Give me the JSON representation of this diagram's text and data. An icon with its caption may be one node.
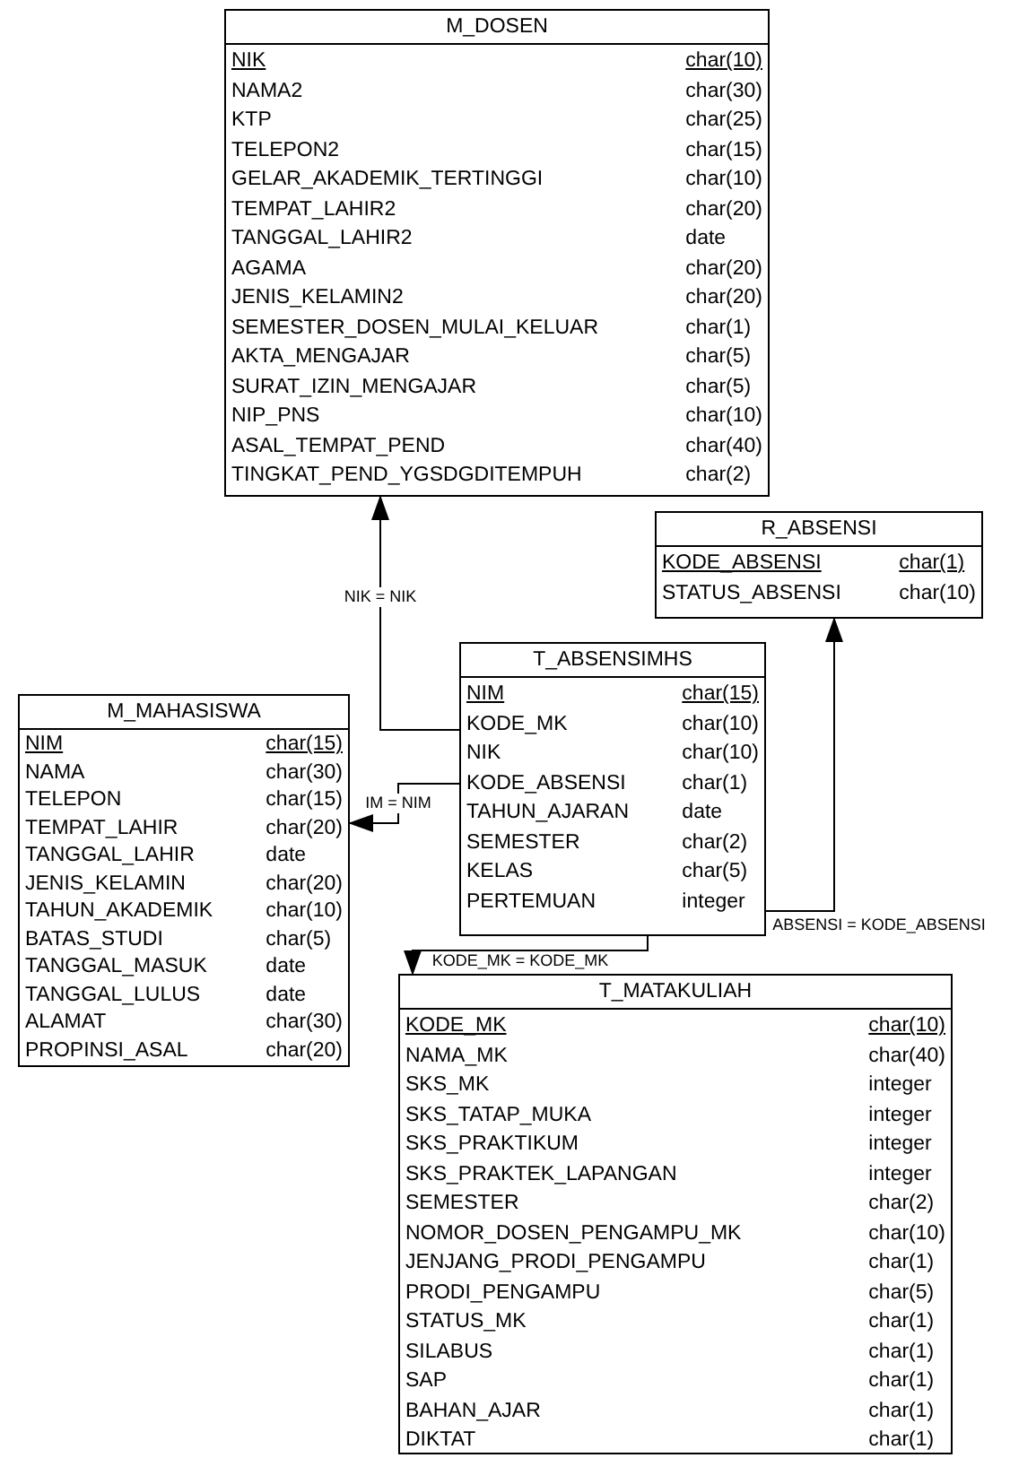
{
  "diagram": {
    "nodes": [
      {
        "text": [
          "M_DOSEN",
          "NIK",
          "char(10)",
          "NAMA2",
          "char(30)",
          "KTP",
          "char(25)",
          "TELEPON2",
          "char(15)",
          "GELAR_AKADEMIK_TERTINGGI",
          "char(10)",
          "TEMPAT_LAHIR2",
          "char(20)",
          "TANGGAL_LAHIR2",
          "date",
          "AGAMA",
          "char(20)",
          "JENIS_KELAMIN2",
          "char(20)",
          "SEMESTER_DOSEN_MULAI_KELUAR",
          "char(1)",
          "AKTA_MENGAJAR",
          "char(5)",
          "SURAT_IZIN_MENGAJAR",
          "char(5)",
          "NIP_PNS",
          "char(10)",
          "ASAL_TEMPAT_PEND",
          "char(40)",
          "TINGKAT_PEND_YGSDGDITEMPUH",
          "char(2)"
        ]
      },
      {
        "text": [
          "R_ABSENSI",
          "KODE_ABSENSI",
          "char(1)",
          "STATUS_ABSENSI",
          "char(10)"
        ]
      },
      {
        "text": [
          "T_ABSENSIMHS",
          "NIM",
          "char(15)",
          "KODE_MK",
          "char(10)",
          "NIK",
          "char(10)",
          "KODE_ABSENSI",
          "char(1)",
          "TAHUN_AJARAN",
          "date",
          "SEMESTER",
          "char(2)",
          "KELAS",
          "char(5)",
          "PERTEMUAN",
          "integer"
        ]
      },
      {
        "text": [
          "M_MAHASISWA",
          "NIM",
          "char(15)",
          "NAMA",
          "char(30)",
          "TELEPON",
          "char(15)",
          "TEMPAT_LAHIR",
          "char(20)",
          "TANGGAL_LAHIR",
          "date",
          "JENIS_KELAMIN",
          "char(20)",
          "TAHUN_AKADEMIK",
          "char(10)",
          "BATAS_STUDI",
          "char(5)",
          "TANGGAL_MASUK",
          "date",
          "TANGGAL_LULUS",
          "date",
          "ALAMAT",
          "char(30)",
          "PROPINSI_ASAL",
          "char(20)"
        ]
      },
      {
        "text": [
          "T_MATAKULIAH",
          "KODE_MK",
          "char(10)",
          "NAMA_MK",
          "char(40)",
          "SKS_MK",
          "integer",
          "SKS_TATAP_MUKA",
          "integer",
          "SKS_PRAKTIKUM",
          "integer",
          "SKS_PRAKTEK_LAPANGAN",
          "integer",
          "SEMESTER",
          "char(2)",
          "NOMOR_DOSEN_PENGAMPU_MK",
          "char(10)",
          "JENJANG_PRODI_PENGAMPU",
          "char(1)",
          "PRODI_PENGAMPU",
          "char(5)",
          "STATUS_MK",
          "char(1)",
          "SILABUS",
          "char(1)",
          "SAP",
          "char(1)",
          "BAHAN_AJAR",
          "char(1)",
          "DIKTAT",
          "char(1)"
        ]
      }
    ],
    "edges": [
      {
        "from": 2,
        "to": 0,
        "arrow": "to",
        "label": "NIK = NIK"
      },
      {
        "from": 2,
        "to": 3,
        "arrow": "to",
        "label": "IM = NIM"
      },
      {
        "from": 2,
        "to": 1,
        "arrow": "to",
        "label": "ABSENSI = KODE_ABSENSI"
      },
      {
        "from": 2,
        "to": 4,
        "arrow": "to",
        "label": "KODE_MK = KODE_MK"
      }
    ]
  }
}
